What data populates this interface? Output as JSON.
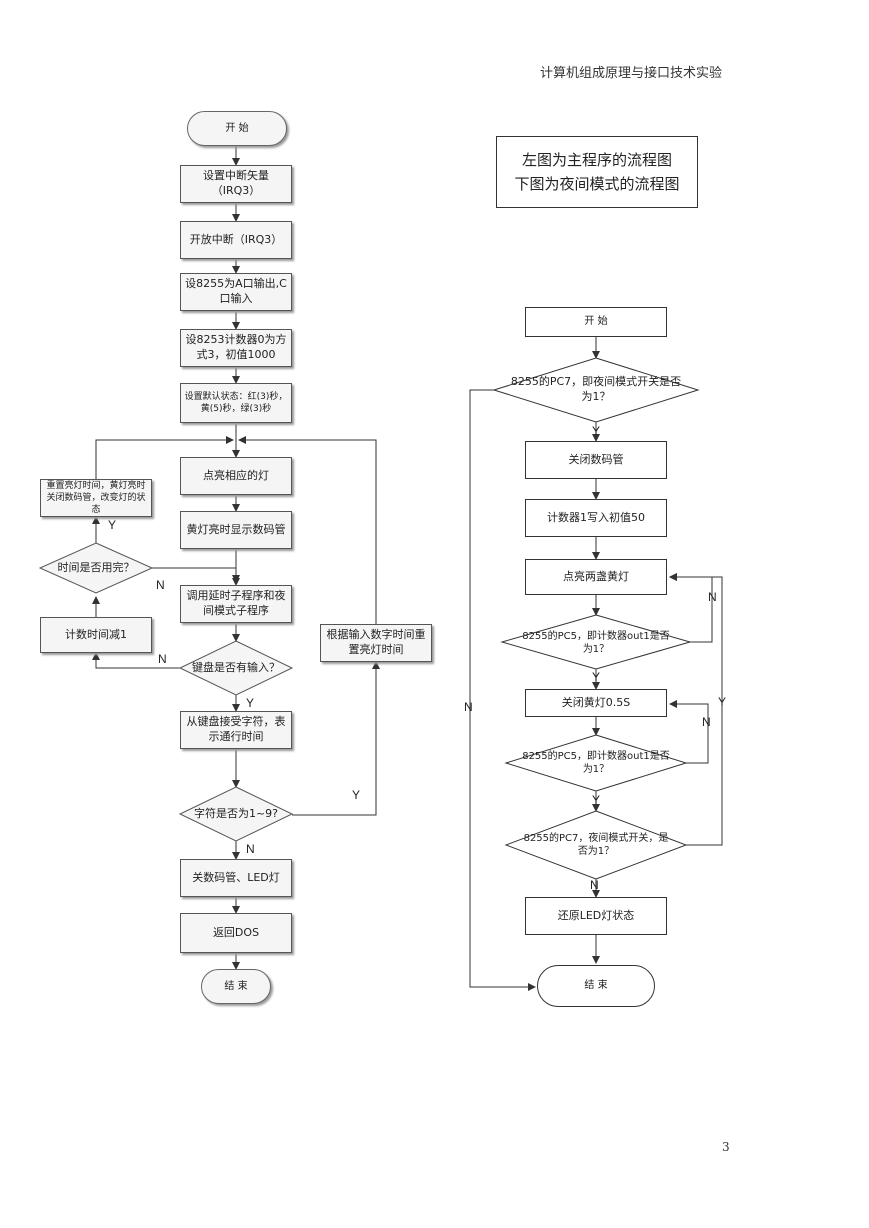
{
  "header": {
    "title": "计算机组成原理与接口技术实验",
    "page_number": "3"
  },
  "note": {
    "line1": "左图为主程序的流程图",
    "line2": "下图为夜间模式的流程图"
  },
  "main": {
    "start": "开 始",
    "set_vector": "设置中断矢量（IRQ3）",
    "open_irq": "开放中断（IRQ3）",
    "set_8255": "设8255为A口输出,C口输入",
    "set_8253": "设8253计数器0为方式3，初值1000",
    "default_state": "设置默认状态：红(3)秒，黄(5)秒，绿(3)秒",
    "light_on": "点亮相应的灯",
    "yellow_display": "黄灯亮时显示数码管",
    "call_delay": "调用延时子程序和夜间模式子程序",
    "keyboard_q": "键盘是否有输入？",
    "receive_char": "从键盘接受字符，表示通行时间",
    "char_q": "字符是否为1~9?",
    "close_led": "关数码管、LED灯",
    "return_dos": "返回DOS",
    "end": "结 束",
    "reset_light": "重置亮灯时间，黄灯亮时关闭数码管，改变灯的状态",
    "time_q": "时间是否用完？",
    "count_dec": "计数时间减1",
    "reset_by_input": "根据输入数字时间重置亮灯时间"
  },
  "night": {
    "start": "开 始",
    "pc7_q": "8255的PC7，即夜间模式开关是否为1？",
    "close_digits": "关闭数码管",
    "counter_init": "计数器1写入初值50",
    "light_two_yellow": "点亮两盏黄灯",
    "pc5_q1": "8255的PC5，即计数器out1是否为1？",
    "close_yellow": "关闭黄灯0.5S",
    "pc5_q2": "8255的PC5，即计数器out1是否为1？",
    "pc7_q2": "8255的PC7，夜间模式开关，是否为1？",
    "restore_led": "还原LED灯状态",
    "end": "结 束"
  },
  "labels": {
    "yes": "Y",
    "no": "N"
  }
}
